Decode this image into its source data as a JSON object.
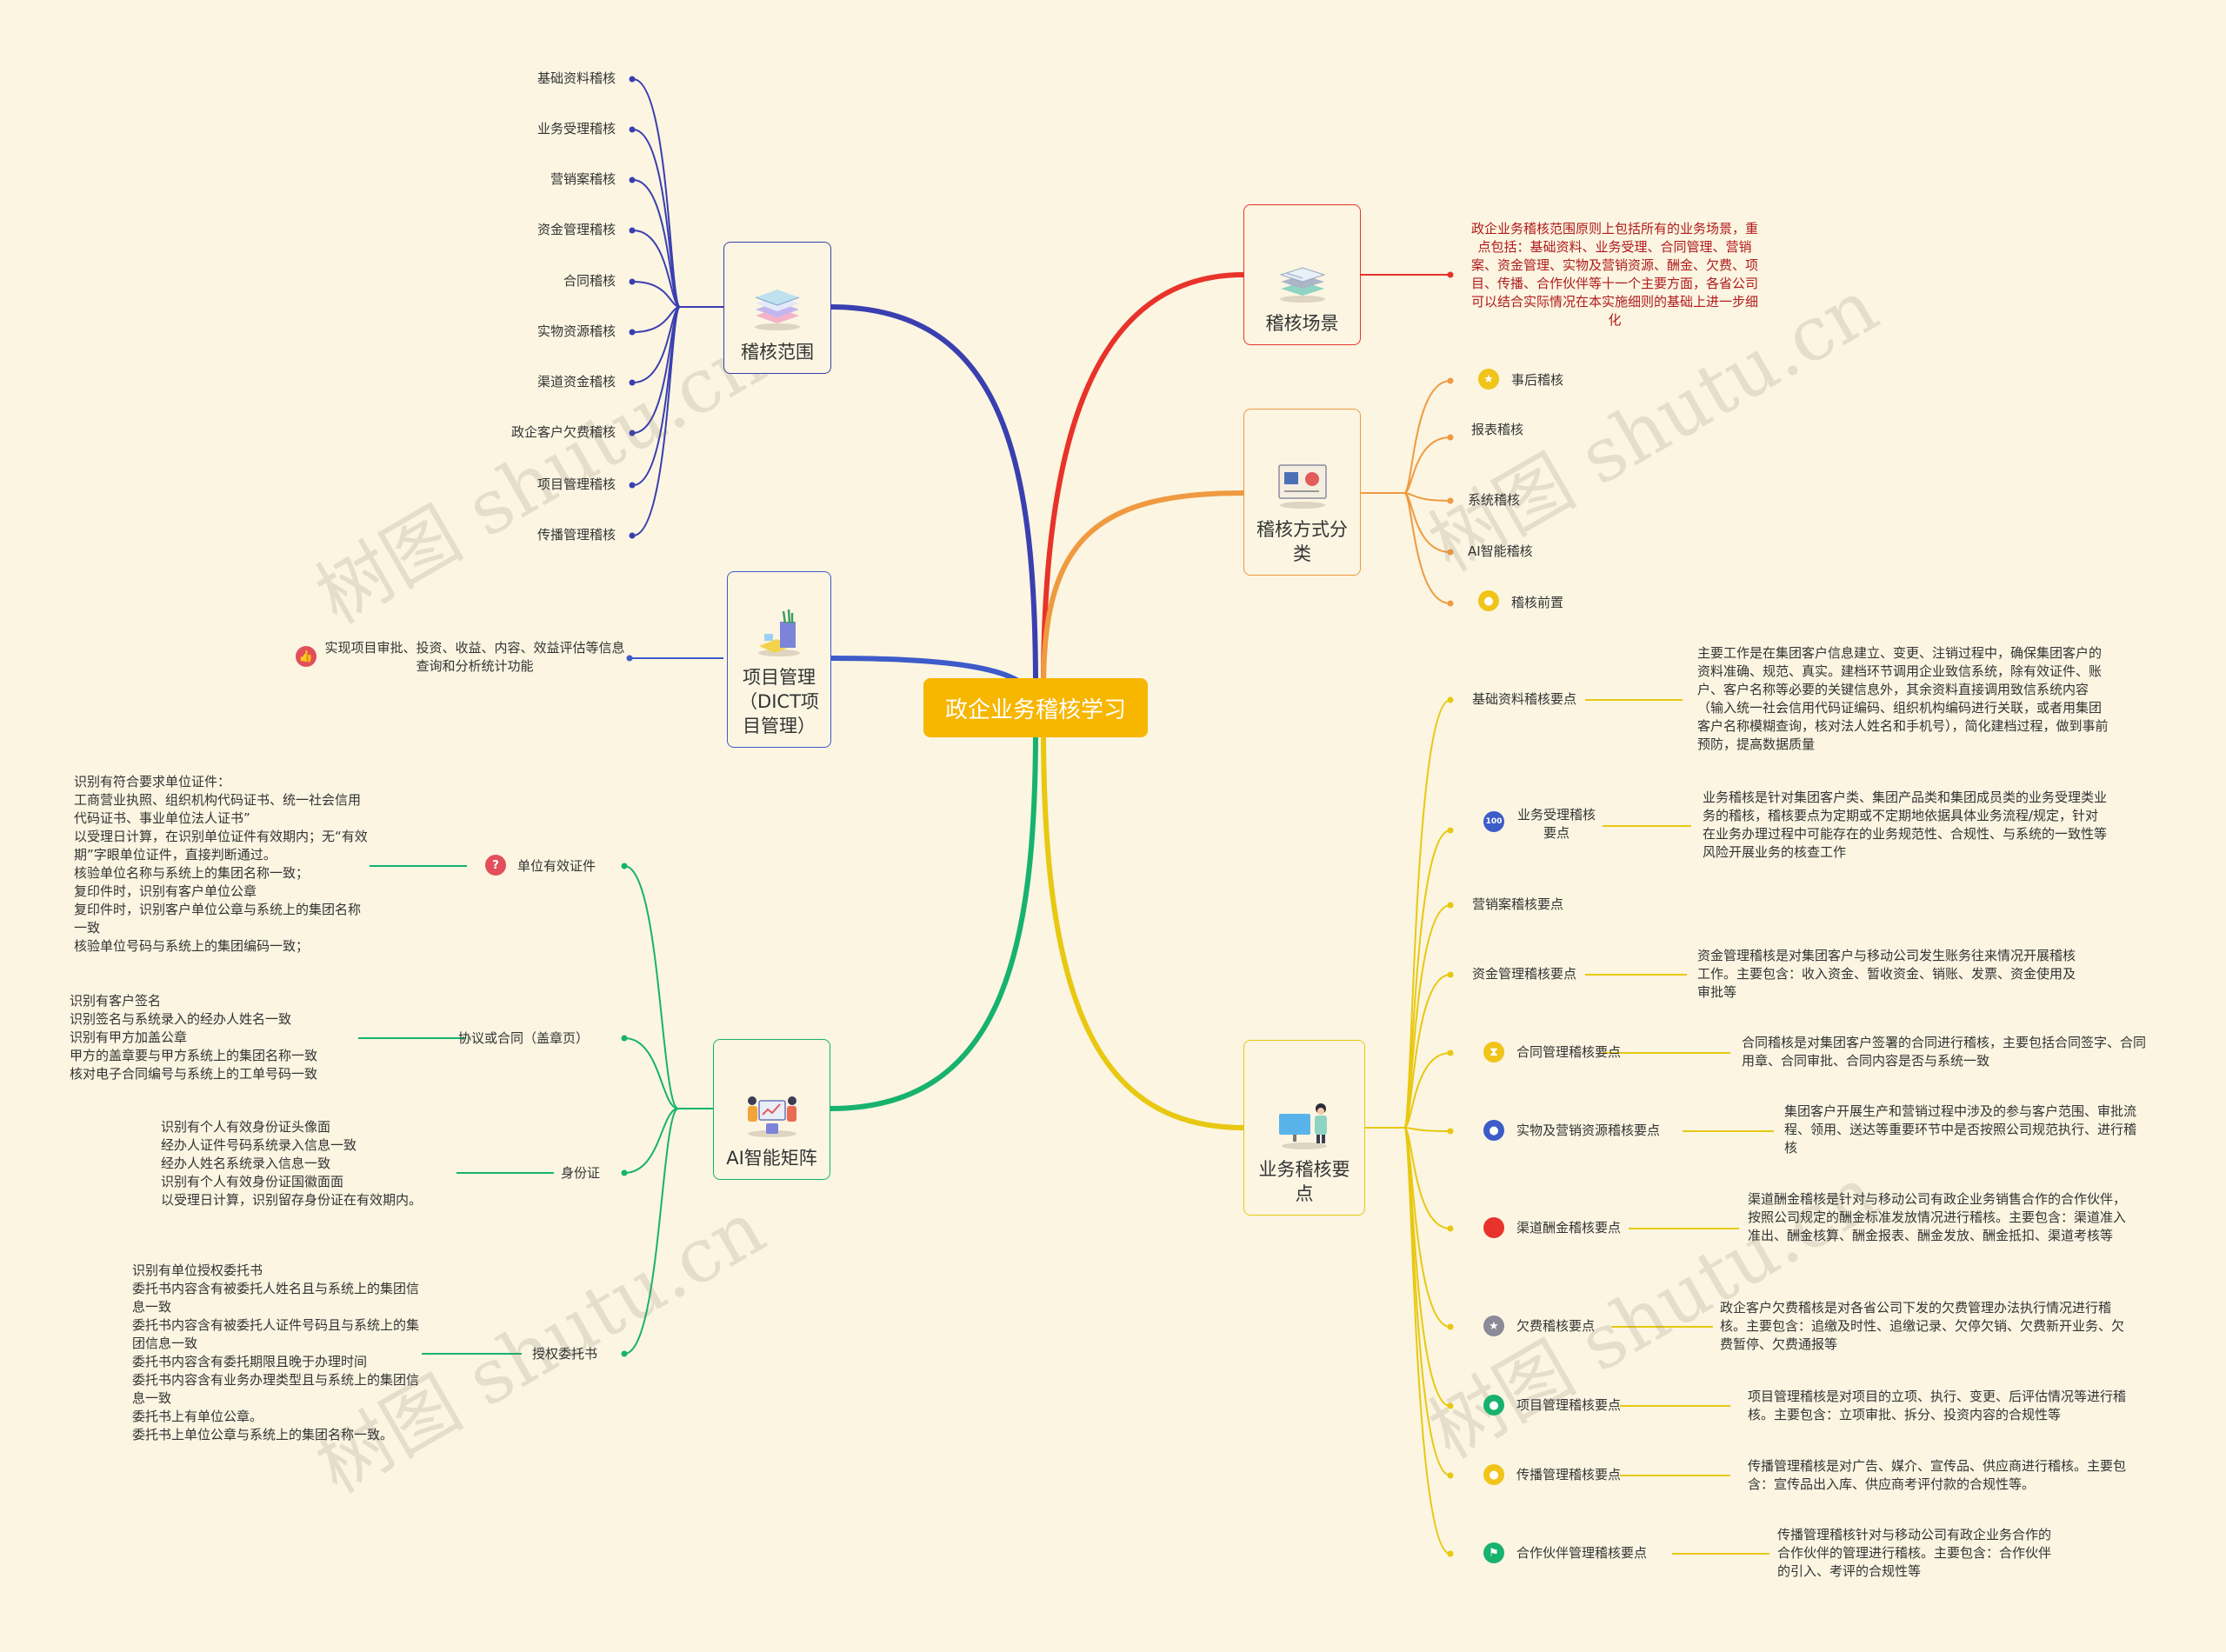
{
  "root": "政企业务稽核学习",
  "watermark": "树图 shutu.cn",
  "colors": {
    "blue": "#3a3fb0",
    "red": "#e8332a",
    "orange": "#ef9a40",
    "yellow": "#e8c811",
    "green": "#17b26e",
    "slate": "#3d5bc9",
    "root": "#f7b600"
  },
  "branches": {
    "scope": {
      "label": "稽核范围",
      "items": [
        "基础资料稽核",
        "业务受理稽核",
        "营销案稽核",
        "资金管理稽核",
        "合同稽核",
        "实物资源稽核",
        "渠道资金稽核",
        "政企客户欠费稽核",
        "项目管理稽核",
        "传播管理稽核"
      ]
    },
    "dict": {
      "label": "项目管理（DICT项目管理）",
      "desc": "实现项目审批、投资、收益、内容、效益评估等信息查询和分析统计功能"
    },
    "ai": {
      "label": "AI智能矩阵",
      "items": [
        {
          "label": "单位有效证件",
          "desc": "识别有符合要求单位证件：\n工商营业执照、组织机构代码证书、统一社会信用代码证书、事业单位法人证书”\n以受理日计算，在识别单位证件有效期内；无“有效期”字眼单位证件，直接判断通过。\n核验单位名称与系统上的集团名称一致；\n复印件时，识别有客户单位公章\n复印件时，识别客户单位公章与系统上的集团名称一致\n核验单位号码与系统上的集团编码一致；"
        },
        {
          "label": "协议或合同（盖章页）",
          "desc": "识别有客户签名\n识别签名与系统录入的经办人姓名一致\n识别有甲方加盖公章\n甲方的盖章要与甲方系统上的集团名称一致\n核对电子合同编号与系统上的工单号码一致"
        },
        {
          "label": "身份证",
          "desc": "识别有个人有效身份证头像面\n经办人证件号码系统录入信息一致\n经办人姓名系统录入信息一致\n识别有个人有效身份证国徽面面\n以受理日计算，识别留存身份证在有效期内。"
        },
        {
          "label": "授权委托书",
          "desc": "识别有单位授权委托书\n委托书内容含有被委托人姓名且与系统上的集团信息一致\n委托书内容含有被委托人证件号码且与系统上的集团信息一致\n委托书内容含有委托期限且晚于办理时间\n委托书内容含有业务办理类型且与系统上的集团信息一致\n委托书上有单位公章。\n委托书上单位公章与系统上的集团名称一致。"
        }
      ]
    },
    "scene": {
      "label": "稽核场景",
      "desc": "政企业务稽核范围原则上包括所有的业务场景，重点包括：基础资料、业务受理、合同管理、营销案、资金管理、实物及营销资源、酬金、欠费、项目、传播、合作伙伴等十一个主要方面，各省公司可以结合实际情况在本实施细则的基础上进一步细化"
    },
    "method": {
      "label": "稽核方式分类",
      "items": [
        "事后稽核",
        "报表稽核",
        "系统稽核",
        "AI智能稽核",
        "稽核前置"
      ]
    },
    "points": {
      "label": "业务稽核要点",
      "items": [
        {
          "label": "基础资料稽核要点",
          "desc": "主要工作是在集团客户信息建立、变更、注销过程中，确保集团客户的资料准确、规范、真实。建档环节调用企业致信系统，除有效证件、账户、客户名称等必要的关键信息外，其余资料直接调用致信系统内容（输入统一社会信用代码证编码、组织机构编码进行关联，或者用集团客户名称模糊查询，核对法人姓名和手机号），简化建档过程，做到事前预防，提高数据质量"
        },
        {
          "label": "业务受理稽核要点",
          "desc": "业务稽核是针对集团客户类、集团产品类和集团成员类的业务受理类业务的稽核，稽核要点为定期或不定期地依据具体业务流程/规定，针对在业务办理过程中可能存在的业务规范性、合规性、与系统的一致性等风险开展业务的核查工作"
        },
        {
          "label": "营销案稽核要点",
          "desc": ""
        },
        {
          "label": "资金管理稽核要点",
          "desc": "资金管理稽核是对集团客户与移动公司发生账务往来情况开展稽核工作。主要包含：收入资金、暂收资金、销账、发票、资金使用及审批等"
        },
        {
          "label": "合同管理稽核要点",
          "desc": "合同稽核是对集团客户签署的合同进行稽核，主要包括合同签字、合同用章、合同审批、合同内容是否与系统一致"
        },
        {
          "label": "实物及营销资源稽核要点",
          "desc": "集团客户开展生产和营销过程中涉及的参与客户范围、审批流程、领用、送达等重要环节中是否按照公司规范执行、进行稽核"
        },
        {
          "label": "渠道酬金稽核要点",
          "desc": "渠道酬金稽核是针对与移动公司有政企业务销售合作的合作伙伴，按照公司规定的酬金标准发放情况进行稽核。主要包含：渠道准入准出、酬金核算、酬金报表、酬金发放、酬金抵扣、渠道考核等"
        },
        {
          "label": "欠费稽核要点",
          "desc": "政企客户欠费稽核是对各省公司下发的欠费管理办法执行情况进行稽核。主要包含：追缴及时性、追缴记录、欠停欠销、欠费新开业务、欠费暂停、欠费通报等"
        },
        {
          "label": "项目管理稽核要点",
          "desc": "项目管理稽核是对项目的立项、执行、变更、后评估情况等进行稽核。主要包含：立项审批、拆分、投资内容的合规性等"
        },
        {
          "label": "传播管理稽核要点",
          "desc": "传播管理稽核是对广告、媒介、宣传品、供应商进行稽核。主要包含：宣传品出入库、供应商考评付款的合规性等。"
        },
        {
          "label": "合作伙伴管理稽核要点",
          "desc": "传播管理稽核针对与移动公司有政企业务合作的合作伙伴的管理进行稽核。主要包含：合作伙伴的引入、考评的合规性等"
        }
      ]
    }
  }
}
